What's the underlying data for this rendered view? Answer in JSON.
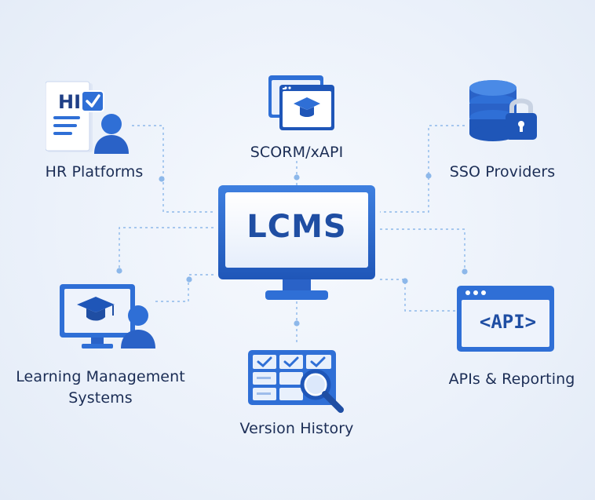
{
  "center": {
    "title": "LCMS"
  },
  "nodes": {
    "hr": {
      "label": "HR Platforms",
      "icon_text": "HI",
      "icon": "hr-document-user-icon"
    },
    "scorm": {
      "label": "SCORM/xAPI",
      "icon": "scorm-package-icon"
    },
    "sso": {
      "label": "SSO Providers",
      "icon": "database-lock-icon"
    },
    "lms": {
      "label_line1": "Learning Management",
      "label_line2": "Systems",
      "icon": "graduation-monitor-user-icon"
    },
    "version": {
      "label": "Version History",
      "icon": "version-grid-search-icon"
    },
    "api": {
      "label": "APIs & Reporting",
      "icon_text": "<API>",
      "icon": "api-window-icon"
    }
  },
  "colors": {
    "primary": "#2f6fd6",
    "primary_dark": "#1f4ea3",
    "connector": "#7fb0e8",
    "text": "#1b2d55"
  }
}
